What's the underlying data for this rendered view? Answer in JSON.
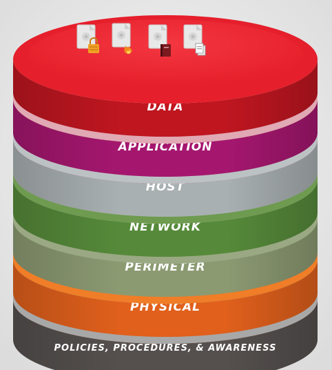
{
  "layers": [
    {
      "id": "data",
      "label": "DATA",
      "side": "#bf1620",
      "lip": "#e0a9b4"
    },
    {
      "id": "application",
      "label": "APPLICATION",
      "side": "#a5176f",
      "lip": "#bcc2c3"
    },
    {
      "id": "host",
      "label": "HOST",
      "side": "#a9b0b1",
      "lip": "#6e9b4f"
    },
    {
      "id": "network",
      "label": "NETWORK",
      "side": "#568a3a",
      "lip": "#9aa883"
    },
    {
      "id": "perimeter",
      "label": "PERIMETER",
      "side": "#8c9a72",
      "lip": "#f07d27"
    },
    {
      "id": "physical",
      "label": "PHYSICAL",
      "side": "#e0601c",
      "lip": "#a8a8a8"
    },
    {
      "id": "policies",
      "label": "POLICIES, PROCEDURES, & AWARENESS",
      "side": "#55504e",
      "lip": ""
    }
  ],
  "top_surface": {
    "color": "#e51f2b"
  },
  "top_icons": [
    "locked-document-icon",
    "burning-document-icon",
    "book-document-icon",
    "copied-document-icon"
  ],
  "colors": {
    "background": "#e9e9e9",
    "lock": "#f2a125",
    "flame": "#f28a1a",
    "book": "#7a1a1f"
  }
}
